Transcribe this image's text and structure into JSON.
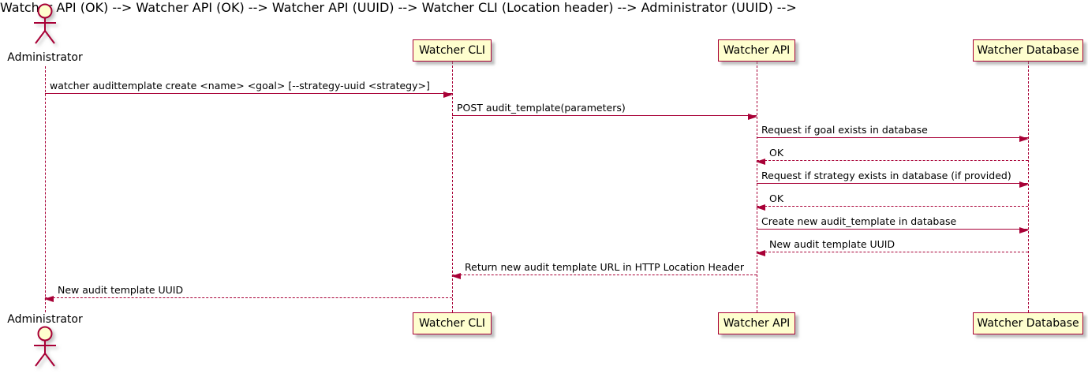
{
  "diagram": {
    "type": "sequence-diagram",
    "colors": {
      "stroke": "#A80036",
      "participant_fill": "#FEFECE",
      "text": "#000000",
      "background": "#FFFFFF",
      "shadow": "#8C8C8C"
    },
    "actor": {
      "label": "Administrator"
    },
    "participants": [
      {
        "label": "Watcher CLI"
      },
      {
        "label": "Watcher API"
      },
      {
        "label": "Watcher Database"
      }
    ],
    "messages": [
      {
        "from": "Administrator",
        "to": "Watcher CLI",
        "style": "solid",
        "text": "watcher audittemplate create <name> <goal> [--strategy-uuid <strategy>]"
      },
      {
        "from": "Watcher CLI",
        "to": "Watcher API",
        "style": "solid",
        "text": "POST audit_template(parameters)"
      },
      {
        "from": "Watcher API",
        "to": "Watcher Database",
        "style": "solid",
        "text": "Request if goal exists in database"
      },
      {
        "from": "Watcher Database",
        "to": "Watcher API",
        "style": "dashed",
        "text": "OK"
      },
      {
        "from": "Watcher API",
        "to": "Watcher Database",
        "style": "solid",
        "text": "Request if strategy exists in database (if provided)"
      },
      {
        "from": "Watcher Database",
        "to": "Watcher API",
        "style": "dashed",
        "text": "OK"
      },
      {
        "from": "Watcher API",
        "to": "Watcher Database",
        "style": "solid",
        "text": "Create new audit_template in database"
      },
      {
        "from": "Watcher Database",
        "to": "Watcher API",
        "style": "dashed",
        "text": "New audit template UUID"
      },
      {
        "from": "Watcher API",
        "to": "Watcher CLI",
        "style": "dashed",
        "text": "Return new audit template URL in HTTP Location Header"
      },
      {
        "from": "Watcher CLI",
        "to": "Administrator",
        "style": "dashed",
        "text": "New audit template UUID"
      }
    ]
  }
}
